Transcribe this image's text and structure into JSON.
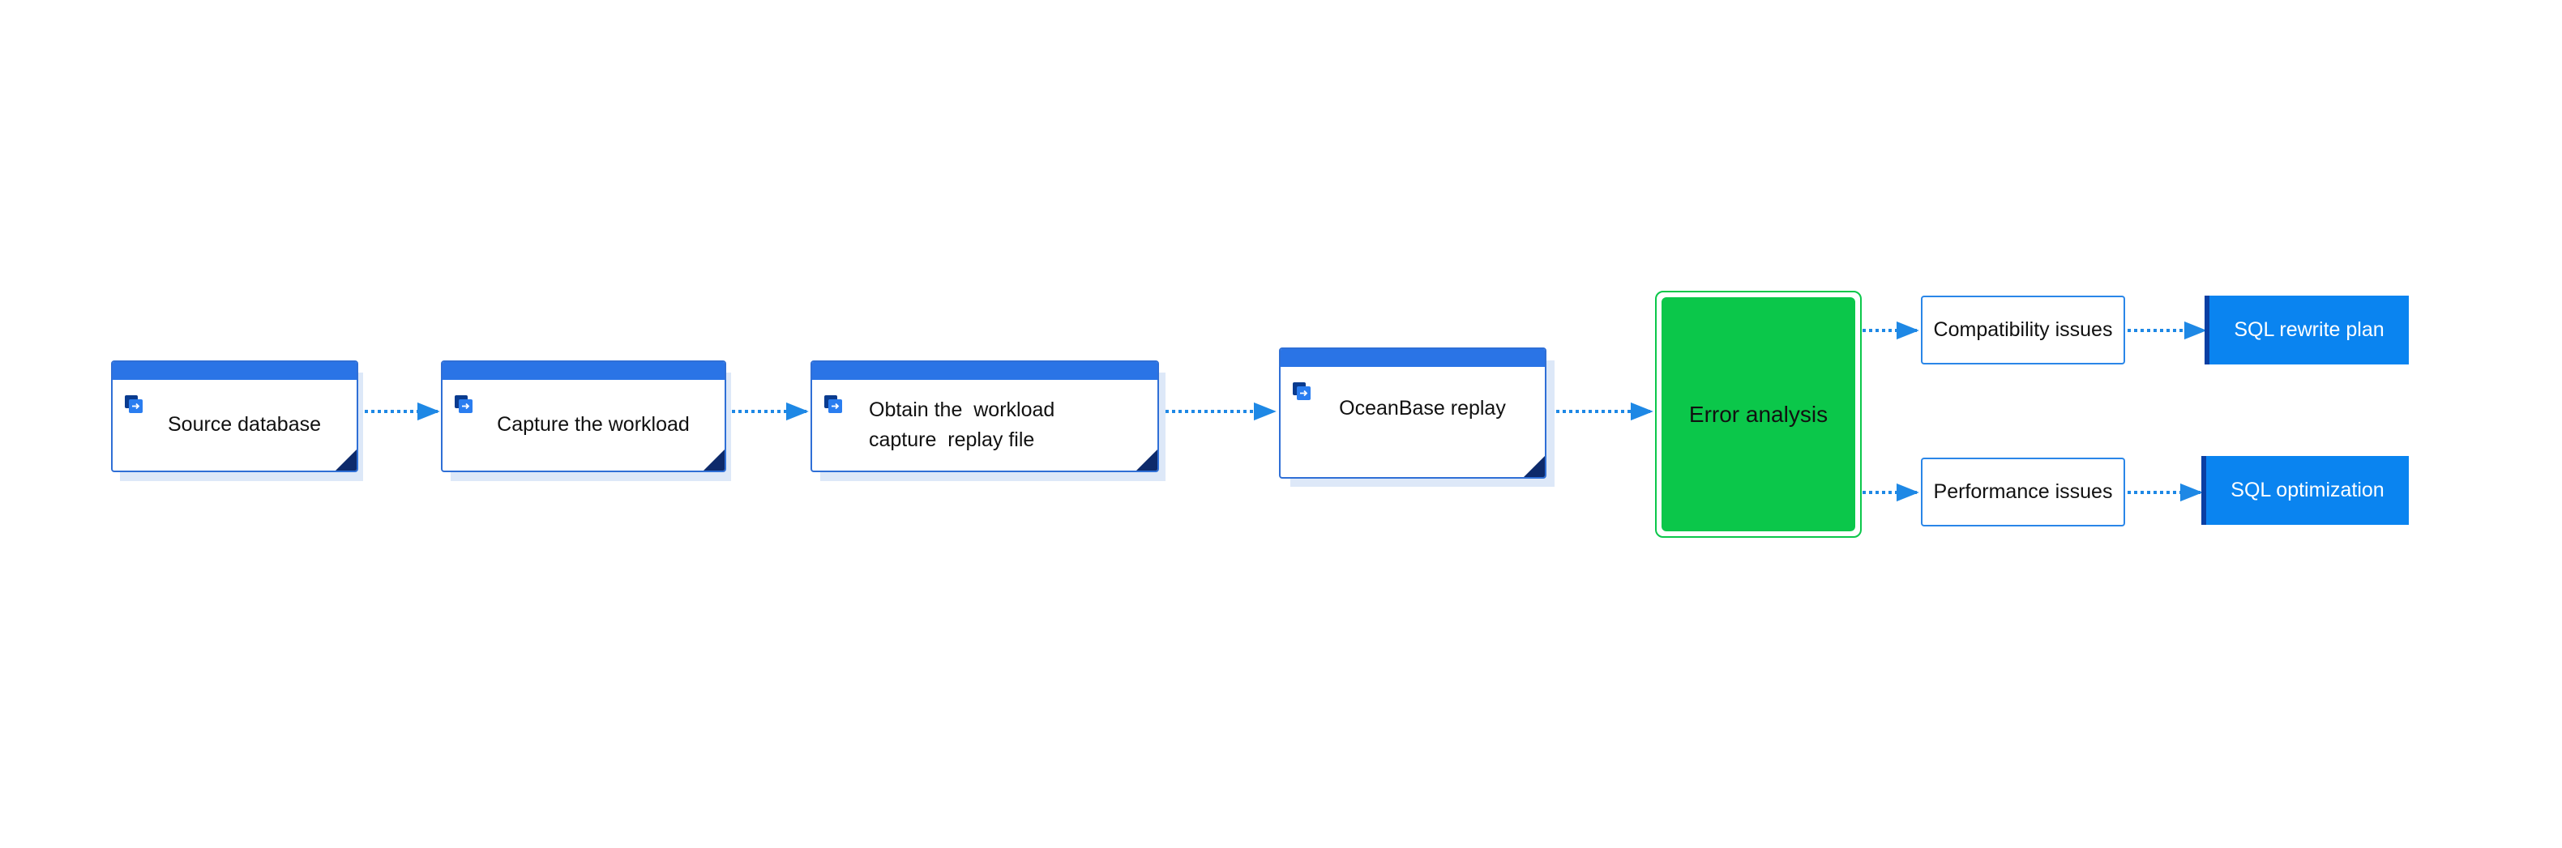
{
  "diagram": {
    "steps": [
      {
        "id": "source",
        "label_lines": [
          "Source database"
        ]
      },
      {
        "id": "capture",
        "label_lines": [
          "Capture the workload"
        ]
      },
      {
        "id": "obtain",
        "label_lines": [
          "Obtain the  workload",
          "capture  replay file"
        ]
      },
      {
        "id": "replay",
        "label_lines": [
          "OceanBase replay"
        ]
      }
    ],
    "analysis": {
      "label": "Error analysis"
    },
    "issues": [
      {
        "id": "compat",
        "label": "Compatibility issues"
      },
      {
        "id": "perf",
        "label": "Performance issues"
      }
    ],
    "results": [
      {
        "id": "rewrite",
        "label": "SQL rewrite plan"
      },
      {
        "id": "optimize",
        "label": "SQL optimization"
      }
    ],
    "colors": {
      "card_header": "#2a74e6",
      "card_border": "#2f6fd6",
      "connector": "#1e88e5",
      "analysis_fill": "#0bc74a",
      "result_fill": "#0a84f0",
      "result_accent": "#0a3fa3"
    },
    "icons": {
      "step_icon": "app-window-icon",
      "fold_icon": "page-fold-icon"
    }
  }
}
